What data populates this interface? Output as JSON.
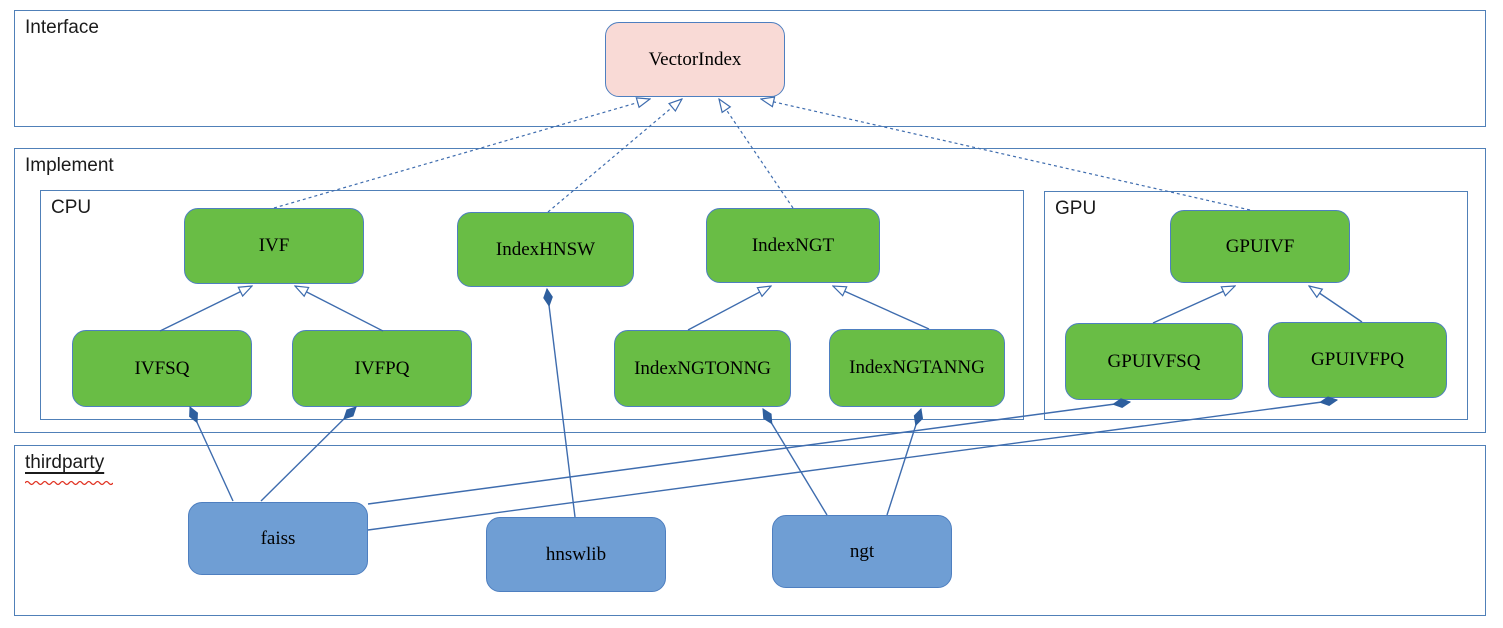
{
  "diagram": {
    "containers": {
      "interface": {
        "label": "Interface"
      },
      "implement": {
        "label": "Implement"
      },
      "cpu": {
        "label": "CPU"
      },
      "gpu": {
        "label": "GPU"
      },
      "thirdparty": {
        "label": "thirdparty",
        "spellcheck_underline": true
      }
    },
    "nodes": {
      "vectorindex": {
        "label": "VectorIndex",
        "group": "interface"
      },
      "ivf": {
        "label": "IVF",
        "group": "cpu"
      },
      "indexhnsw": {
        "label": "IndexHNSW",
        "group": "cpu"
      },
      "indexngt": {
        "label": "IndexNGT",
        "group": "cpu"
      },
      "ivfsq": {
        "label": "IVFSQ",
        "group": "cpu"
      },
      "ivfpq": {
        "label": "IVFPQ",
        "group": "cpu"
      },
      "indexngtonng": {
        "label": "IndexNGTONNG",
        "group": "cpu"
      },
      "indexngtanng": {
        "label": "IndexNGTANNG",
        "group": "cpu"
      },
      "gpuivf": {
        "label": "GPUIVF",
        "group": "gpu"
      },
      "gpuivfsq": {
        "label": "GPUIVFSQ",
        "group": "gpu"
      },
      "gpuivfpq": {
        "label": "GPUIVFPQ",
        "group": "gpu"
      },
      "faiss": {
        "label": "faiss",
        "group": "thirdparty"
      },
      "hnswlib": {
        "label": "hnswlib",
        "group": "thirdparty"
      },
      "ngt": {
        "label": "ngt",
        "group": "thirdparty"
      }
    },
    "edges": [
      {
        "from": "ivf",
        "to": "vectorindex",
        "type": "realization"
      },
      {
        "from": "indexhnsw",
        "to": "vectorindex",
        "type": "realization"
      },
      {
        "from": "indexngt",
        "to": "vectorindex",
        "type": "realization"
      },
      {
        "from": "gpuivf",
        "to": "vectorindex",
        "type": "realization"
      },
      {
        "from": "ivfsq",
        "to": "ivf",
        "type": "inheritance"
      },
      {
        "from": "ivfpq",
        "to": "ivf",
        "type": "inheritance"
      },
      {
        "from": "indexngtonng",
        "to": "indexngt",
        "type": "inheritance"
      },
      {
        "from": "indexngtanng",
        "to": "indexngt",
        "type": "inheritance"
      },
      {
        "from": "gpuivfsq",
        "to": "gpuivf",
        "type": "inheritance"
      },
      {
        "from": "gpuivfpq",
        "to": "gpuivf",
        "type": "inheritance"
      },
      {
        "from": "faiss",
        "to": "ivfsq",
        "type": "composition"
      },
      {
        "from": "faiss",
        "to": "ivfpq",
        "type": "composition"
      },
      {
        "from": "faiss",
        "to": "gpuivfsq",
        "type": "composition"
      },
      {
        "from": "faiss",
        "to": "gpuivfpq",
        "type": "composition"
      },
      {
        "from": "hnswlib",
        "to": "indexhnsw",
        "type": "composition"
      },
      {
        "from": "ngt",
        "to": "indexngtonng",
        "type": "composition"
      },
      {
        "from": "ngt",
        "to": "indexngtanng",
        "type": "composition"
      }
    ],
    "colors": {
      "container-border": "#5080b8",
      "node-border": "#4e7fc0",
      "line": "#3e6cae",
      "diamond": "#2e5f9e",
      "interface-fill": "#f9dad6",
      "implement-fill": "#69bd45",
      "thirdparty-fill": "#6f9ed4"
    }
  }
}
